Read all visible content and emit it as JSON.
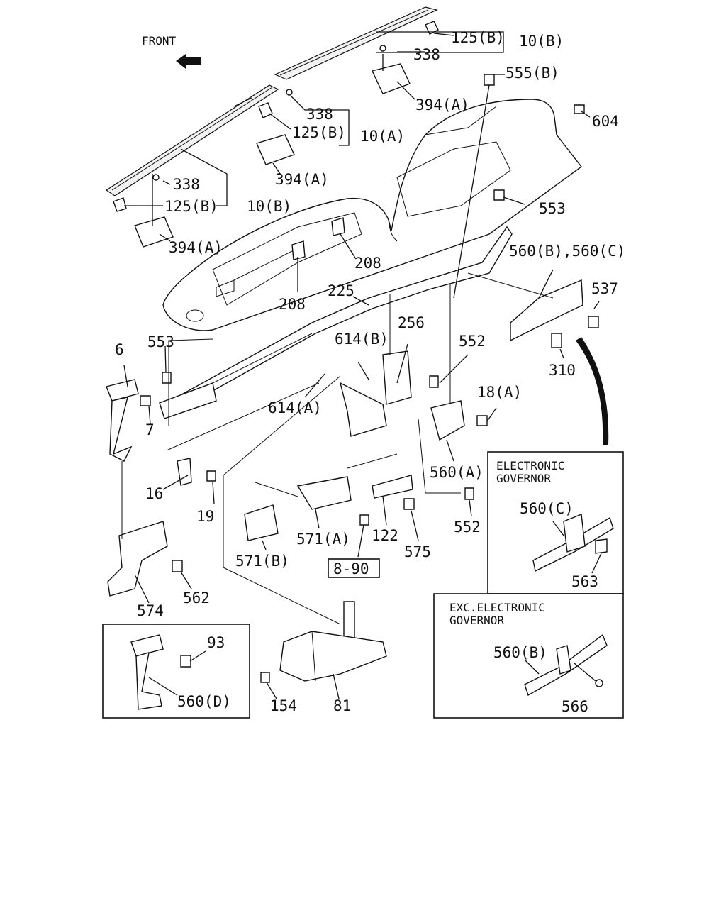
{
  "front_label": "FRONT",
  "callouts": {
    "c125b_top": "125(B)",
    "c10b_top": "10(B)",
    "c338_top": "338",
    "c555b": "555(B)",
    "c394a_top": "394(A)",
    "c604": "604",
    "c338_mid": "338",
    "c125b_mid": "125(B)",
    "c10a": "10(A)",
    "c394a_mid": "394(A)",
    "c553_right": "553",
    "c338_left": "338",
    "c125b_left": "125(B)",
    "c10b_left": "10(B)",
    "c394a_left": "394(A)",
    "c208_right": "208",
    "c560bc": "560(B),560(C)",
    "c537": "537",
    "c225": "225",
    "c208_left": "208",
    "c256": "256",
    "c614b": "614(B)",
    "c552_top": "552",
    "c6": "6",
    "c553_left": "553",
    "c310": "310",
    "c18a": "18(A)",
    "c7": "7",
    "c614a": "614(A)",
    "c560a": "560(A)",
    "c16": "16",
    "c19": "19",
    "c122": "122",
    "c552_bot": "552",
    "c571a": "571(A)",
    "c575": "575",
    "c571b": "571(B)",
    "c8_90": "8-90",
    "c562": "562",
    "c574": "574",
    "c93": "93",
    "c560d": "560(D)",
    "c154": "154",
    "c81": "81"
  },
  "inset_electronic": {
    "title_line1": "ELECTRONIC",
    "title_line2": "GOVERNOR",
    "c560c": "560(C)",
    "c563": "563"
  },
  "inset_exc_electronic": {
    "title_line1": "EXC.ELECTRONIC",
    "title_line2": "GOVERNOR",
    "c560b": "560(B)",
    "c566": "566"
  }
}
